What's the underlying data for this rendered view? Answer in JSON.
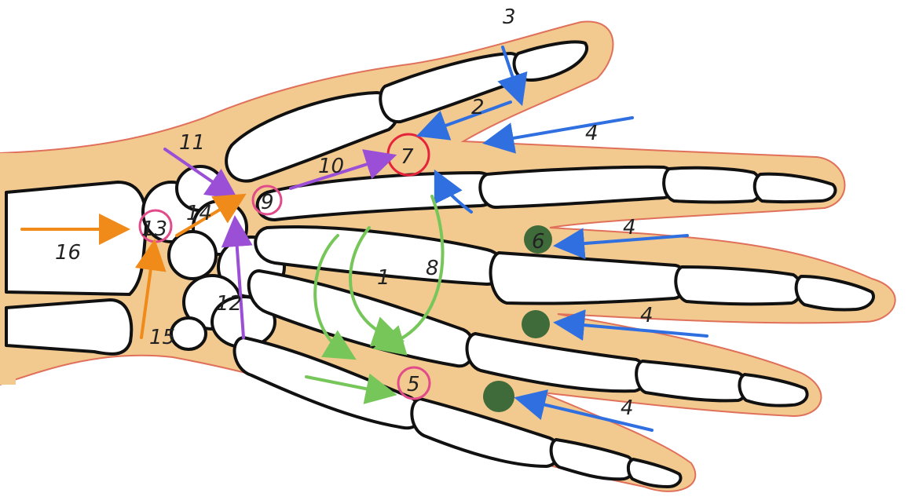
{
  "colors": {
    "background": "#ffffff",
    "skin": "#f2c98f",
    "skin_outline": "#e0705a",
    "bone_fill": "#ffffff",
    "bone_outline": "#111111",
    "orange": "#f08a18",
    "purple": "#9a4fd6",
    "blue": "#2f6fe0",
    "green": "#76c65a",
    "pink": "#e24b8a",
    "red": "#e5243b",
    "dark_green": "#1f5a2a"
  },
  "labels": {
    "l1": "1",
    "l2": "2",
    "l3": "3",
    "l4a": "4",
    "l4b": "4",
    "l4c": "4",
    "l4d": "4",
    "l5": "5",
    "l6": "6",
    "l7": "7",
    "l8": "8",
    "l9": "9",
    "l10": "10",
    "l11": "11",
    "l12": "12",
    "l13": "13",
    "l14": "14",
    "l15": "15",
    "l16": "16"
  }
}
